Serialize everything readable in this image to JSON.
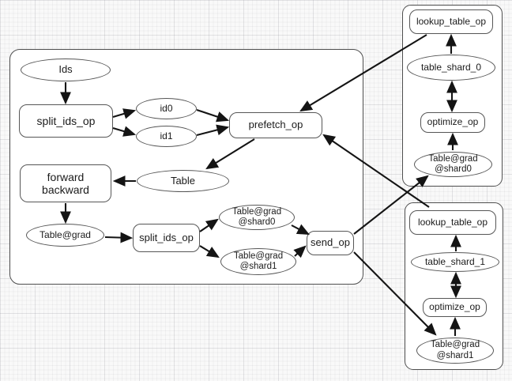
{
  "diagram": {
    "trainer": {
      "ids": "Ids",
      "split_ids_op_1": "split_ids_op",
      "id0": "id0",
      "id1": "id1",
      "prefetch_op": "prefetch_op",
      "forward_backward": "forward backward",
      "table": "Table",
      "table_grad": "Table@grad",
      "split_ids_op_2": "split_ids_op",
      "table_grad_shard0": "Table@grad @shard0",
      "table_grad_shard1": "Table@grad @shard1",
      "send_op": "send_op"
    },
    "pserver0": {
      "lookup_table_op": "lookup_table_op",
      "table_shard": "table_shard_0",
      "optimize_op": "optimize_op",
      "table_grad_shard": "Table@grad @shard0"
    },
    "pserver1": {
      "lookup_table_op": "lookup_table_op",
      "table_shard": "table_shard_1",
      "optimize_op": "optimize_op",
      "table_grad_shard": "Table@grad @shard1"
    }
  }
}
